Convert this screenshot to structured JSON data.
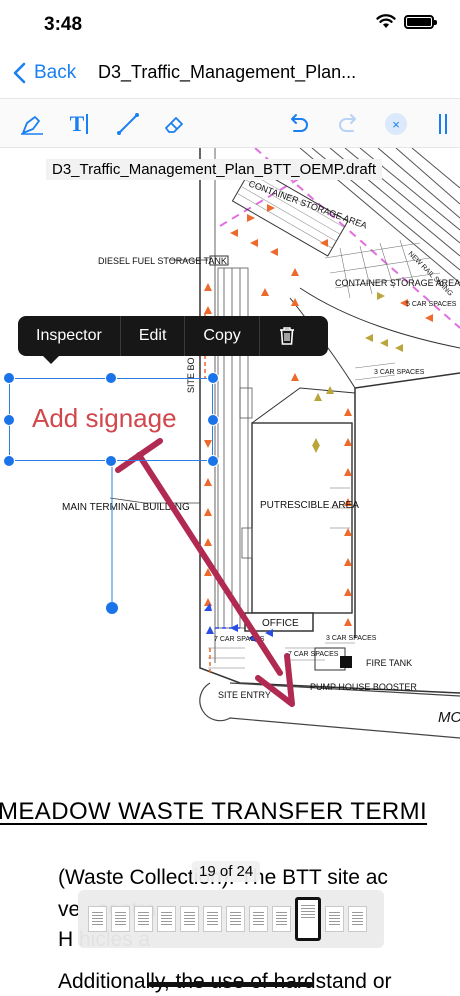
{
  "status_bar": {
    "time": "3:48"
  },
  "nav": {
    "back_label": "Back",
    "title": "D3_Traffic_Management_Plan..."
  },
  "toolbar": {
    "tools": [
      "pen-icon",
      "text-tool-icon",
      "line-tool-icon",
      "eraser-icon",
      "undo-icon",
      "redo-icon",
      "close-icon",
      "sidebar-icon"
    ],
    "text_tool_glyph": "T",
    "close_glyph": "×"
  },
  "document": {
    "file_label": "D3_Traffic_Management_Plan_BTT_OEMP.draft",
    "map_labels": {
      "container_storage_1": "CONTAINER STORAGE AREA",
      "container_storage_2": "CONTAINER STORAGE AREA",
      "diesel_fuel": "DIESEL FUEL STORAGE TANK",
      "main_terminal": "MAIN TERMINAL BUILDING",
      "putrescible": "PUTRESCIBLE AREA",
      "office": "OFFICE",
      "site_entry": "SITE ENTRY",
      "pump_house": "PUMP HOUSE BOOSTER",
      "fire_tank": "FIRE TANK",
      "car_spaces_a": "7 CAR SPACES",
      "car_spaces_b": "7 CAR SPACES",
      "car_spaces_c": "3 CAR SPACES",
      "car_spaces_d": "5 CAR SPACES",
      "car_spaces_e": "3 CAR SPACES",
      "road_mo": "MO",
      "site_bo": "SITE BO",
      "new_rail": "NEW RAIL SIDING"
    },
    "headline": "MEADOW WASTE TRANSFER TERMI",
    "paragraph_lines": [
      "(Waste Collection). The BTT site ac",
      "ve                                         , contra",
      "H                                         hicles a",
      "Additionally, the use of hardstand or"
    ]
  },
  "annotation": {
    "text": "Add signage",
    "color": "#d0474c"
  },
  "context_menu": {
    "items": [
      "Inspector",
      "Edit",
      "Copy"
    ],
    "delete_icon": "trash-icon"
  },
  "pager": {
    "indicator": "19 of 24",
    "current_page": 19,
    "total_pages": 24
  },
  "colors": {
    "accent": "#1a7ff0",
    "annotation": "#d0474c",
    "arrow": "#b02a52"
  }
}
